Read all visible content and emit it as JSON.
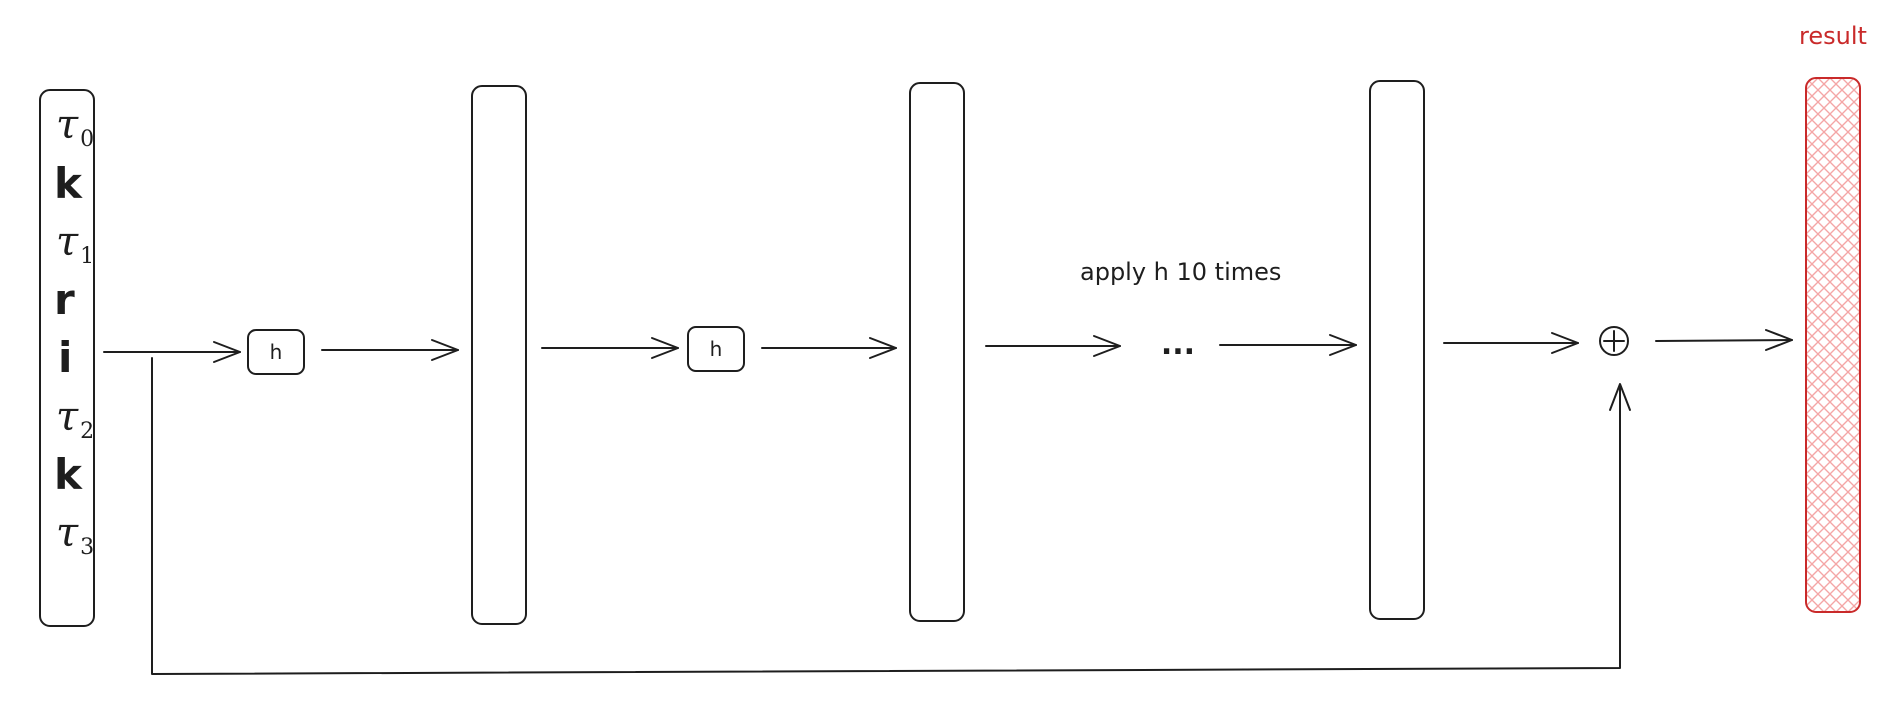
{
  "input_tokens": [
    {
      "symbol": "τ",
      "sub": "0",
      "style": "italic"
    },
    {
      "symbol": "k",
      "sub": "",
      "style": "bold"
    },
    {
      "symbol": "τ",
      "sub": "1",
      "style": "italic"
    },
    {
      "symbol": "r",
      "sub": "",
      "style": "bold"
    },
    {
      "symbol": "i",
      "sub": "",
      "style": "bold"
    },
    {
      "symbol": "τ",
      "sub": "2",
      "style": "italic"
    },
    {
      "symbol": "k",
      "sub": "",
      "style": "bold"
    },
    {
      "symbol": "τ",
      "sub": "3",
      "style": "italic"
    }
  ],
  "h_box_1": "h",
  "h_box_2": "h",
  "annotation": "apply h 10 times",
  "ellipsis": "...",
  "plus_symbol": "+",
  "result_label": "result",
  "colors": {
    "stroke": "#1e1e1e",
    "result_stroke": "#c92a2a",
    "result_hatch": "#f4a6a6"
  }
}
